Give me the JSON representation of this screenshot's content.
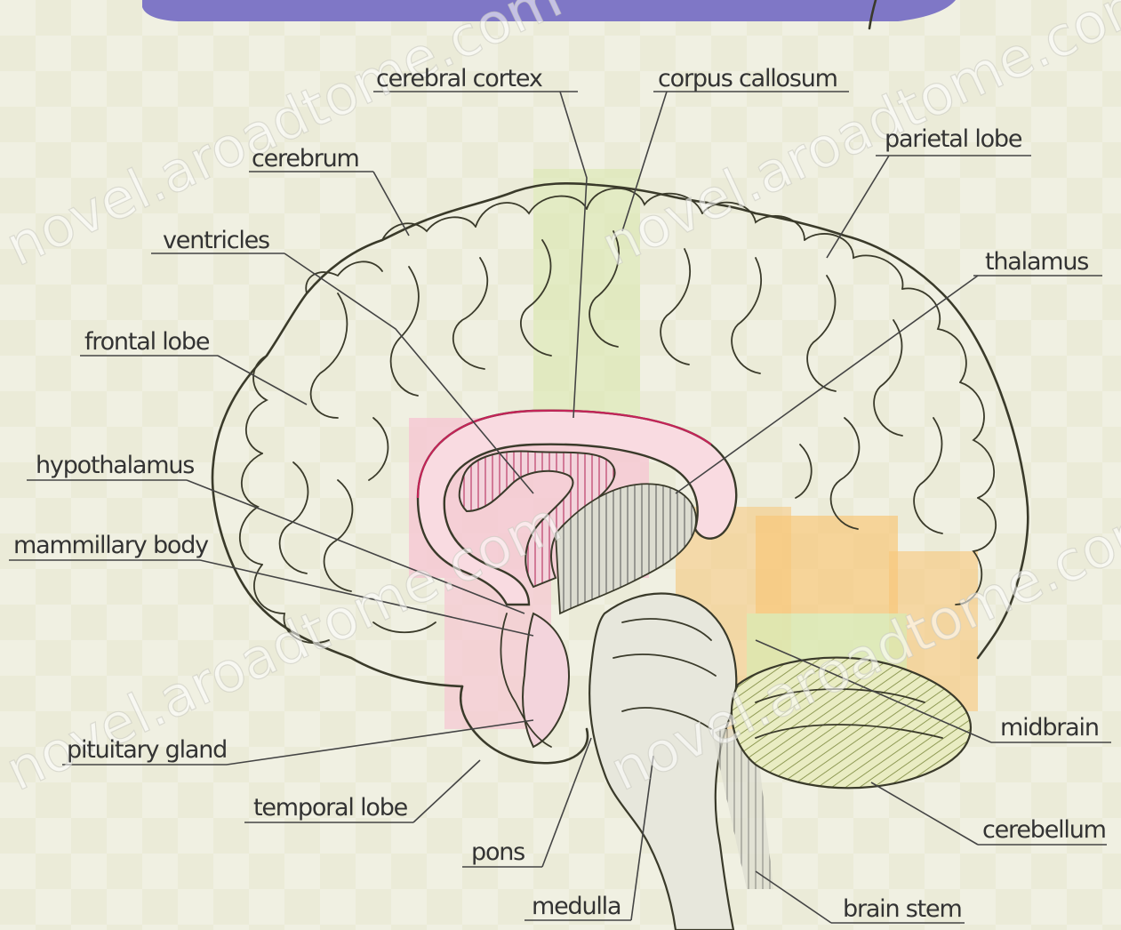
{
  "labels": {
    "cerebral_cortex": "cerebral cortex",
    "corpus_callosum": "corpus callosum",
    "parietal_lobe": "parietal lobe",
    "cerebrum": "cerebrum",
    "ventricles": "ventricles",
    "thalamus": "thalamus",
    "frontal_lobe": "frontal lobe",
    "hypothalamus": "hypothalamus",
    "mammillary_body": "mammillary body",
    "midbrain": "midbrain",
    "pituitary_gland": "pituitary gland",
    "temporal_lobe": "temporal lobe",
    "cerebellum": "cerebellum",
    "pons": "pons",
    "medulla": "medulla",
    "brain_stem": "brain stem"
  },
  "watermark": "novel.aroadtome.com",
  "colors": {
    "background": "#ebebd8",
    "checker_light": "#f2f2e6",
    "pink_region": "#f6c9d3",
    "pink_stripe": "#d24a76",
    "orange_region": "#f8c77a",
    "green_tint": "#dbe8b0",
    "banner": "#7f77c6"
  }
}
